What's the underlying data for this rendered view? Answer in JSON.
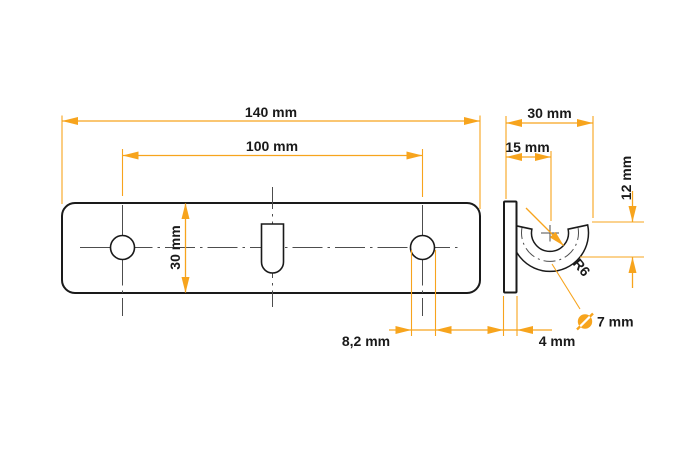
{
  "drawing": {
    "type": "technical-dimension-drawing",
    "part": "wall hook bracket, front and side view",
    "labels": {
      "total_width": "140 mm",
      "hole_spacing": "100 mm",
      "plate_height": "30 mm",
      "hole_diameter": "8,2 mm",
      "bracket_depth": "30 mm",
      "hook_center_offset": "15 mm",
      "hook_drop": "12 mm",
      "plate_thickness": "4 mm",
      "bend_radius": "R6",
      "rod_diameter": "7 mm",
      "diameter_symbol": "⌀"
    },
    "colors": {
      "dimension": "#F7A41D",
      "outline": "#1A1A1A",
      "centerline": "#4D4D4D",
      "background": "#FFFFFF"
    }
  }
}
